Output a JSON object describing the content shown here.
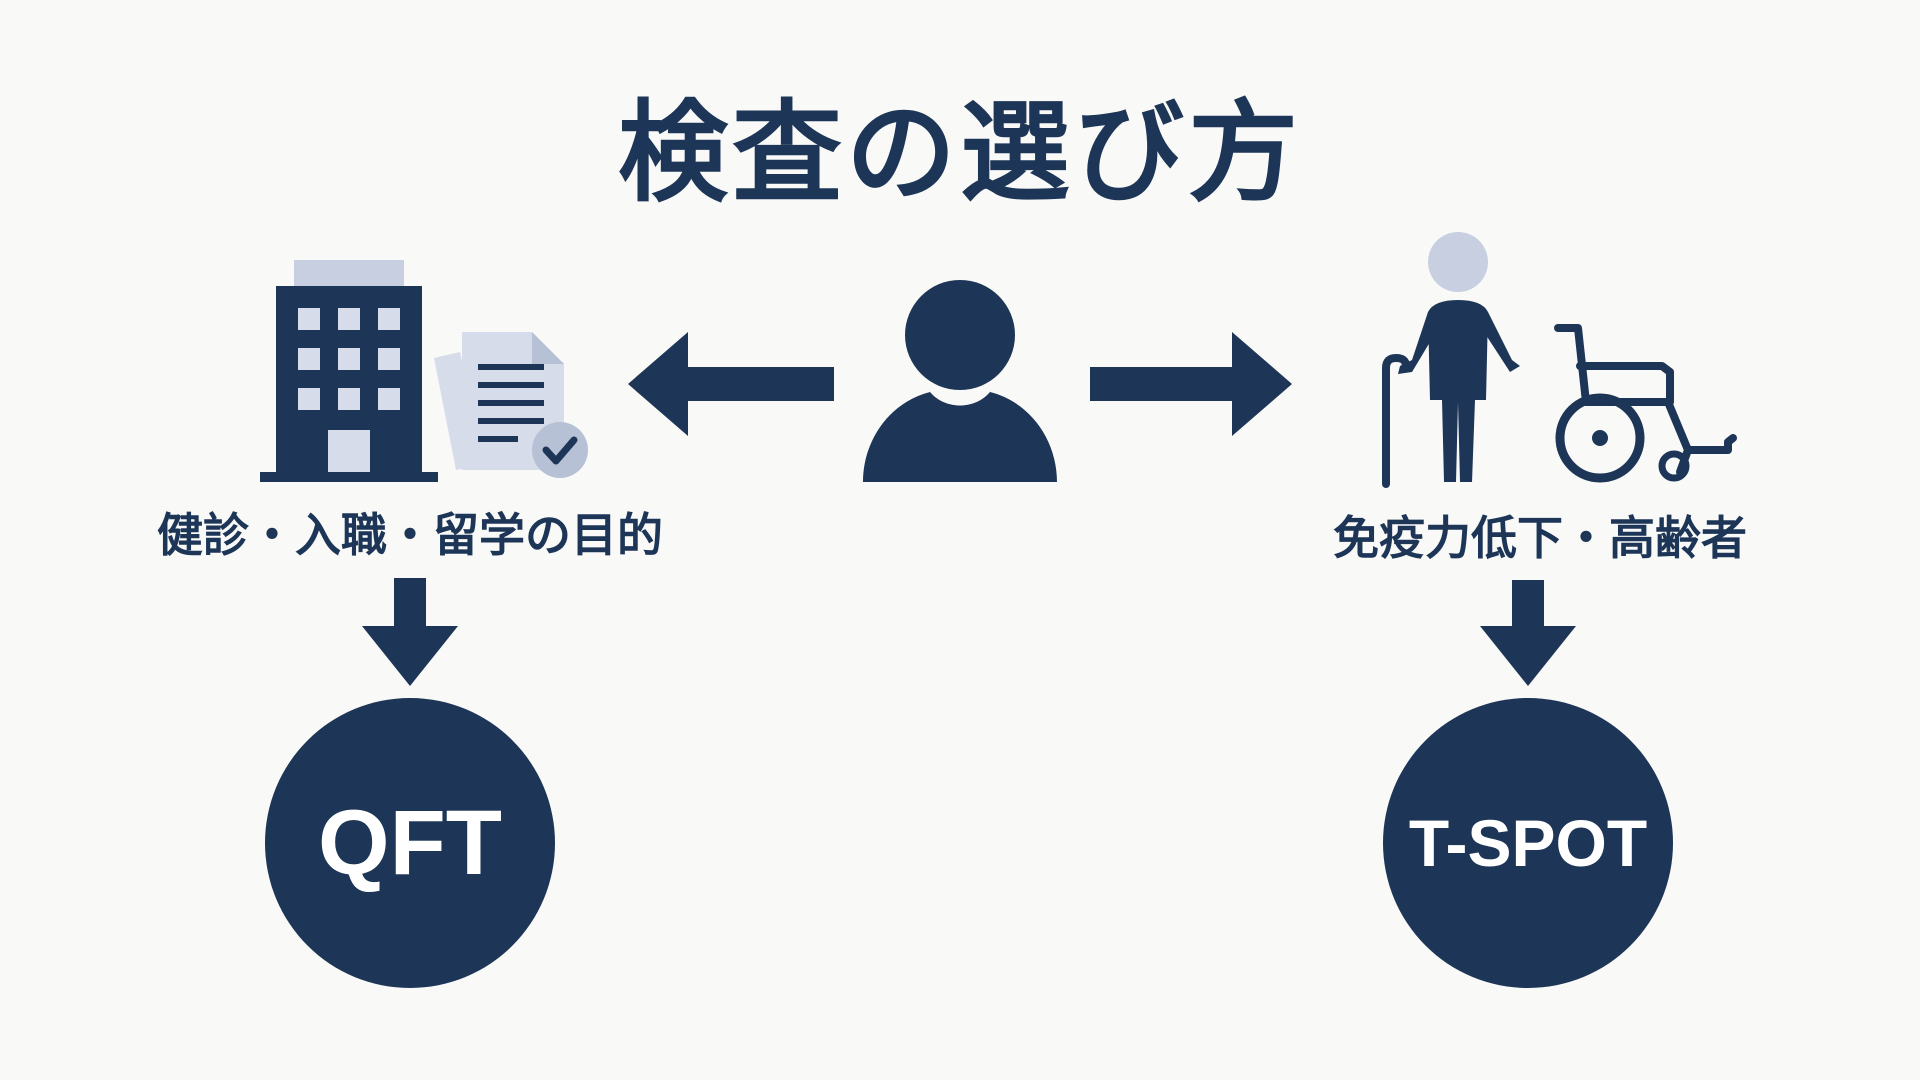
{
  "title": "検査の選び方",
  "left_branch": {
    "label": "健診・入職・留学の目的",
    "result": "QFT"
  },
  "right_branch": {
    "label": "免疫力低下・高齢者",
    "result": "T-SPOT"
  },
  "icons": {
    "center": "person-icon",
    "left": [
      "office-building-icon",
      "checked-document-icon"
    ],
    "right": [
      "elderly-with-cane-icon",
      "wheelchair-icon"
    ]
  },
  "colors": {
    "primary": "#1d3557",
    "secondary": "#c7cfe0",
    "background": "#f9f9f7"
  }
}
